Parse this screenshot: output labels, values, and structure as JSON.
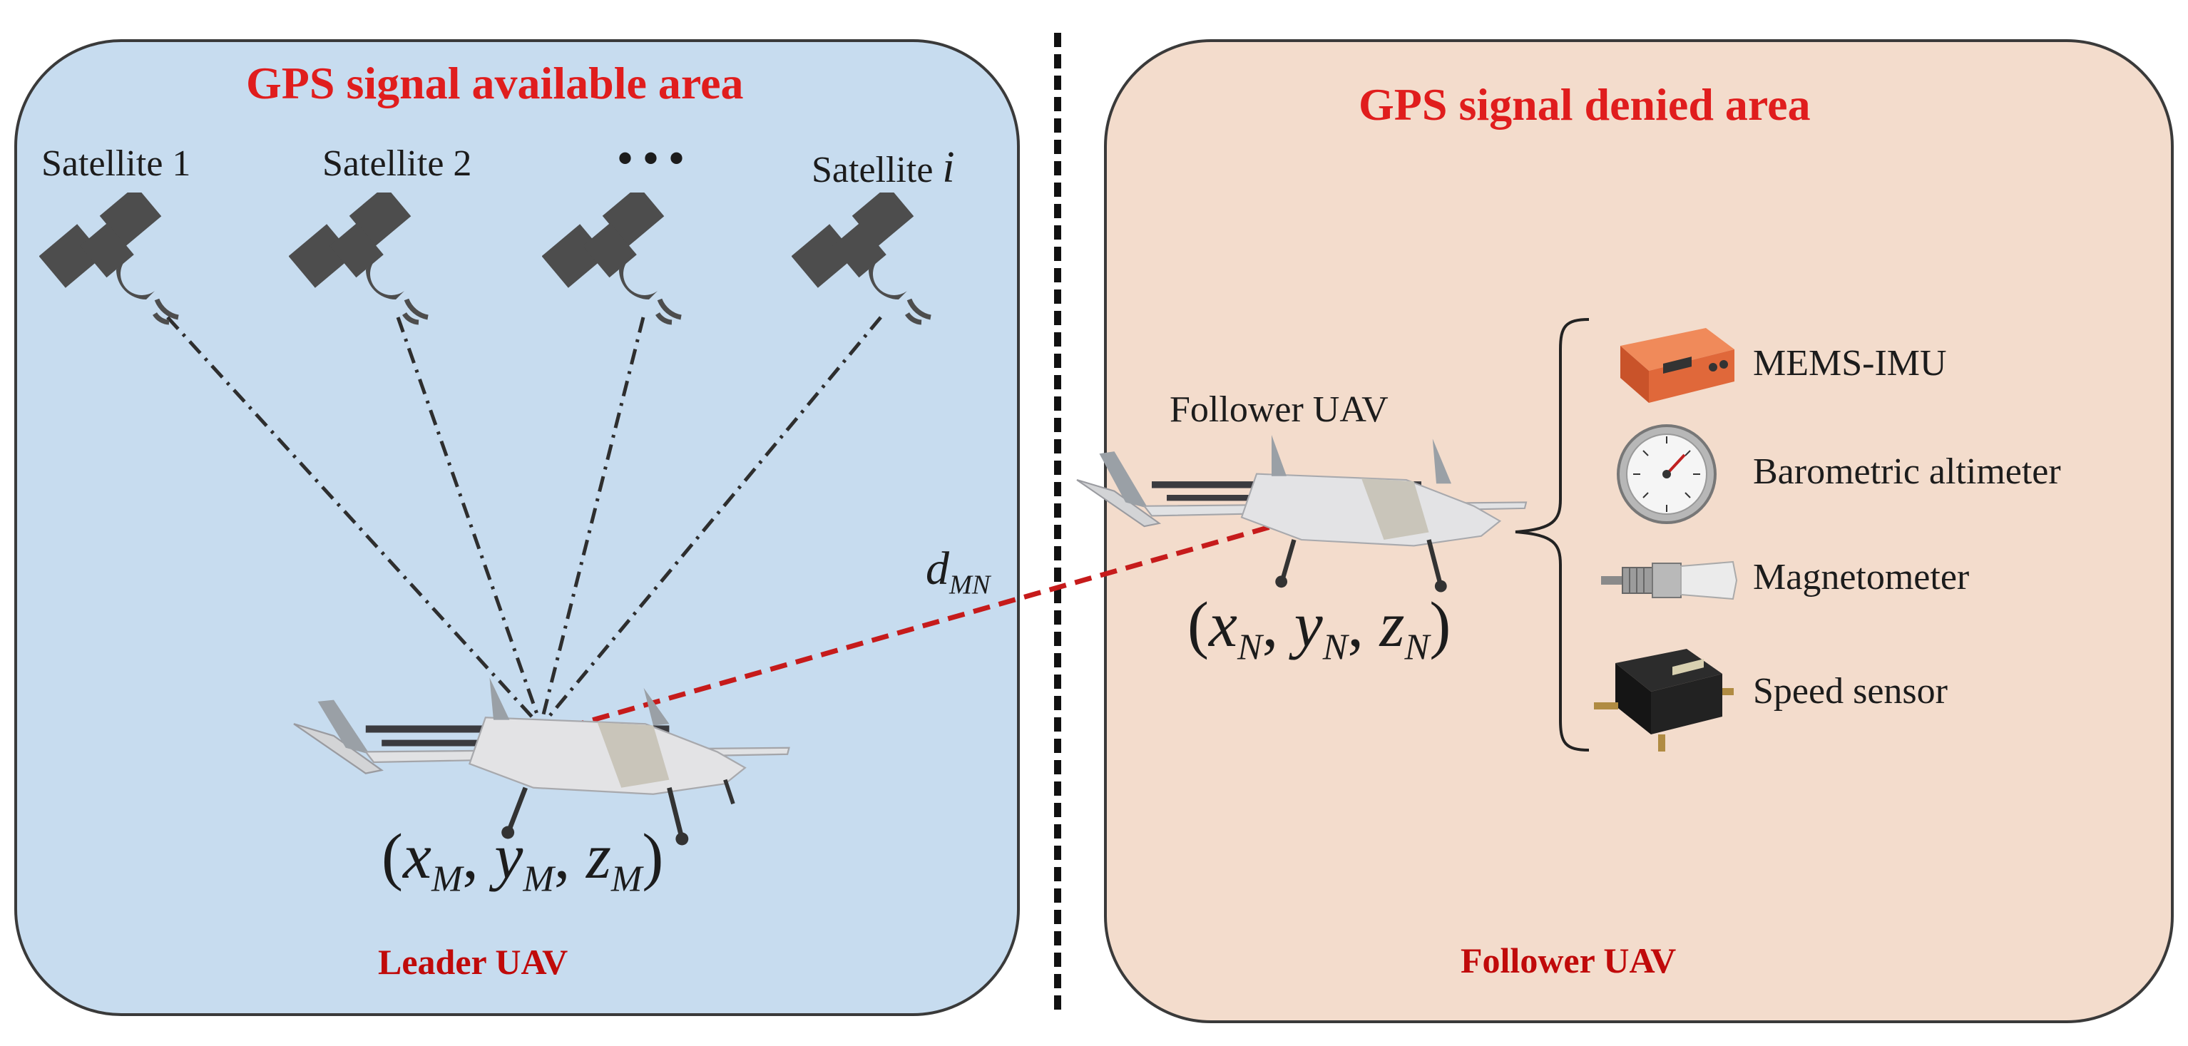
{
  "colors": {
    "available_area_bg": "#c7dcef",
    "denied_area_bg": "#f3dccc",
    "heading_red": "#e01d1d",
    "caption_red": "#c00a0a",
    "link_red": "#c61b1b",
    "satellite_gray": "#4d4d4d"
  },
  "left_area": {
    "heading": "GPS signal available area",
    "satellites": [
      {
        "label": "Satellite 1",
        "icon": "satellite-icon"
      },
      {
        "label": "Satellite 2",
        "icon": "satellite-icon"
      },
      {
        "label": "• • •",
        "icon": "satellite-icon"
      },
      {
        "label": "Satellite",
        "index": "i",
        "icon": "satellite-icon"
      }
    ],
    "leader_coord": {
      "x": "x",
      "y": "y",
      "z": "z",
      "sub": "M"
    },
    "caption": "Leader UAV"
  },
  "right_area": {
    "heading": "GPS signal denied area",
    "follower_label": "Follower UAV",
    "follower_coord": {
      "x": "x",
      "y": "y",
      "z": "z",
      "sub": "N"
    },
    "caption": "Follower UAV",
    "sensors": [
      {
        "label": "MEMS-IMU",
        "icon": "mems-imu-icon"
      },
      {
        "label": "Barometric altimeter",
        "icon": "barometric-altimeter-icon"
      },
      {
        "label": "Magnetometer",
        "icon": "magnetometer-icon"
      },
      {
        "label": "Speed sensor",
        "icon": "speed-sensor-icon"
      }
    ]
  },
  "link": {
    "symbol": "d",
    "sub": "MN"
  }
}
